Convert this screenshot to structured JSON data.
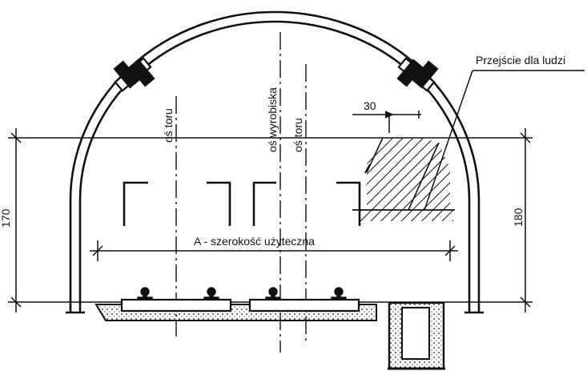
{
  "labels": {
    "walkway": "Przejście dla ludzi",
    "track_axis_left": "oś toru",
    "excavation_axis": "oś wyrobiska",
    "track_axis_right": "oś toru",
    "useful_width": "A - szerokość użyteczna",
    "walkway_offset": "30",
    "height_left": "170",
    "height_right": "180"
  },
  "colors": {
    "ink": "#111111",
    "background": "#ffffff"
  }
}
